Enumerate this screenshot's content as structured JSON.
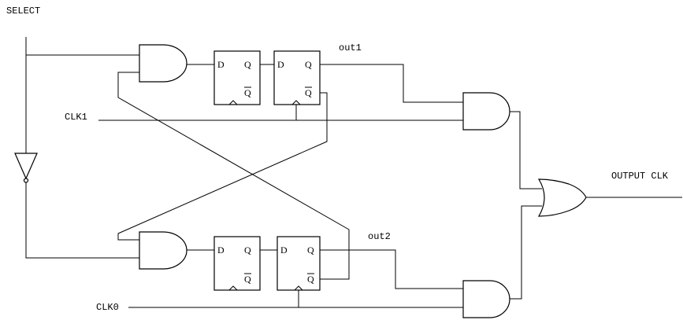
{
  "labels": {
    "select": "SELECT",
    "clk1": "CLK1",
    "clk0": "CLK0",
    "out1": "out1",
    "out2": "out2",
    "output_clk": "OUTPUT CLK"
  },
  "flipflop_pins": {
    "d": "D",
    "q": "Q",
    "qbar": "Q"
  }
}
